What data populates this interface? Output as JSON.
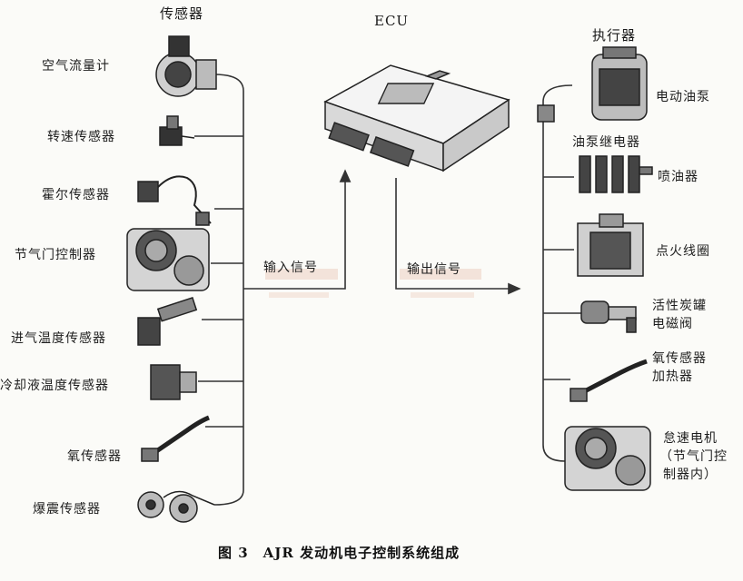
{
  "headers": {
    "sensors": "传感器",
    "ecu": "ECU",
    "actuators": "执行器"
  },
  "sensors": [
    "空气流量计",
    "转速传感器",
    "霍尔传感器",
    "节气门控制器",
    "进气温度传感器",
    "冷却液温度传感器",
    "氧传感器",
    "爆震传感器"
  ],
  "actuators": {
    "pump": "电动油泵",
    "pump_relay": "油泵继电器",
    "injector": "喷油器",
    "ignition_coil": "点火线圈",
    "canister_line1": "活性炭罐",
    "canister_line2": "电磁阀",
    "o2heater_line1": "氧传感器",
    "o2heater_line2": "加热器",
    "idle_line1": "怠速电机",
    "idle_line2": "（节气门控",
    "idle_line3": "制器内）"
  },
  "signals": {
    "input": "输入信号",
    "output": "输出信号"
  },
  "caption": "图 3　AJR 发动机电子控制系统组成"
}
